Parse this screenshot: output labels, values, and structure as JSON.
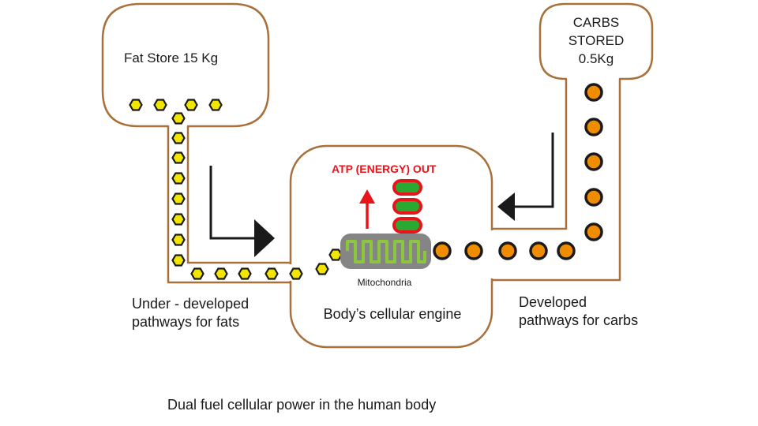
{
  "fat_store": {
    "label": "Fat Store 15 Kg"
  },
  "carbs_store": {
    "line1": "CARBS",
    "line2": "STORED",
    "line3": "0.5Kg"
  },
  "engine": {
    "atp_label": "ATP (ENERGY) OUT",
    "mitochondria_label": "Mitochondria",
    "label": "Body’s cellular engine"
  },
  "fat_pathway": {
    "line1": "Under - developed",
    "line2": "pathways for fats"
  },
  "carb_pathway": {
    "line1": "Developed",
    "line2": "pathways for carbs"
  },
  "caption": "Dual fuel cellular power in the human body",
  "colors": {
    "outline": "#a8703a",
    "fat_molecule": "#f2e600",
    "carb_molecule": "#f08c00",
    "atp_arrow": "#e8141c",
    "atp_fill": "#2aa832",
    "mitochondria_body": "#858585",
    "mitochondria_cristae": "#8cc63f"
  },
  "icons": [
    "hexagon-fat-molecule",
    "circle-carb-molecule",
    "corner-arrow",
    "up-arrow",
    "mitochondria-icon",
    "atp-capsule"
  ]
}
